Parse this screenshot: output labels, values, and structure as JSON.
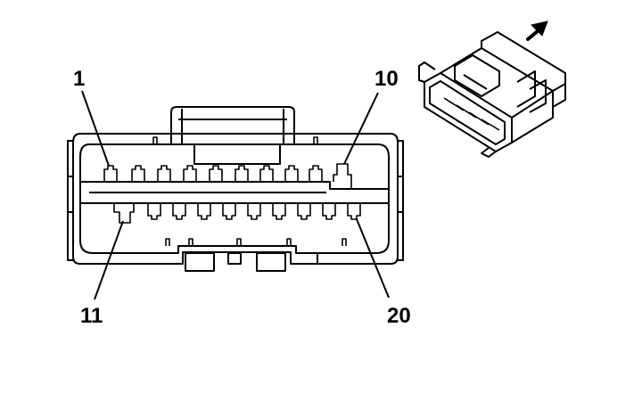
{
  "labels": {
    "pin_1": "1",
    "pin_10": "10",
    "pin_11": "11",
    "pin_20": "20"
  },
  "icons": {
    "direction_arrow": "arrow-up-right-icon"
  },
  "colors": {
    "stroke": "#000000",
    "background": "#ffffff"
  }
}
